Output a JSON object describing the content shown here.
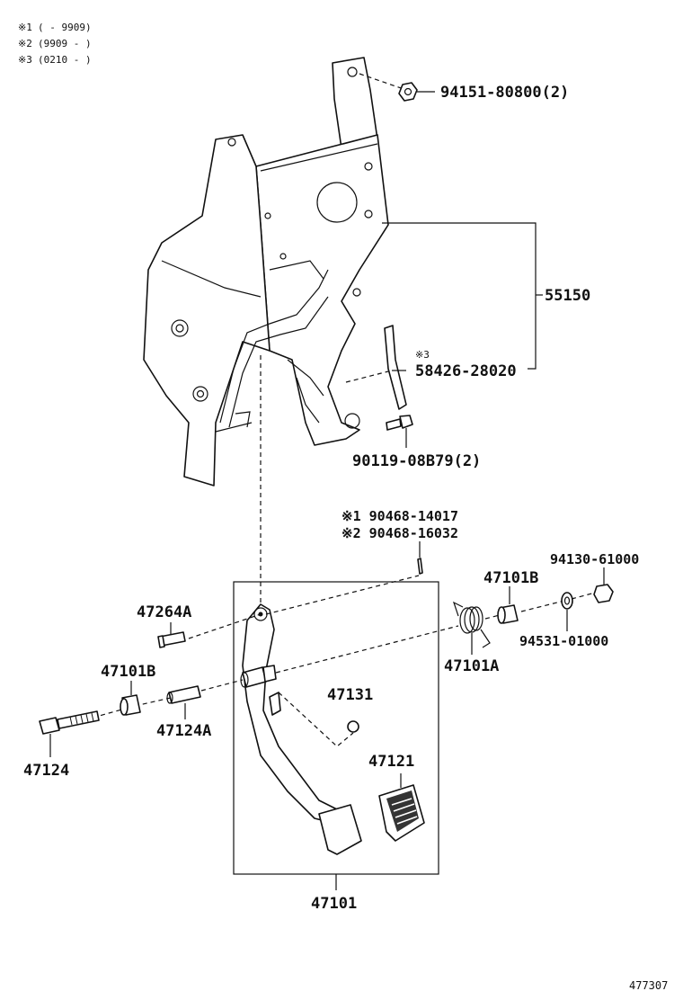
{
  "notes": [
    {
      "mark": "※1",
      "text": "(        - 9909)"
    },
    {
      "mark": "※2",
      "text": "(9909 -         )"
    },
    {
      "mark": "※3",
      "text": "(0210 -         )"
    }
  ],
  "labels": {
    "nut_top": "94151-80800(2)",
    "bracket": "55150",
    "note3_mark": "※3",
    "stopper": "58426-28020",
    "bolt_90119": "90119-08B79(2)",
    "pin_note1": "※1 90468-14017",
    "pin_note2": "※2 90468-16032",
    "nut_94130": "94130-61000",
    "bushing_right": "47101B",
    "washer_94531": "94531-01000",
    "clevis_pin": "47264A",
    "bushing_left": "47101B",
    "spring": "47101A",
    "stopper_47131": "47131",
    "collar": "47124A",
    "bolt_47124": "47124",
    "pad": "47121",
    "pedal_assy": "47101"
  },
  "diagram_id": "477307"
}
